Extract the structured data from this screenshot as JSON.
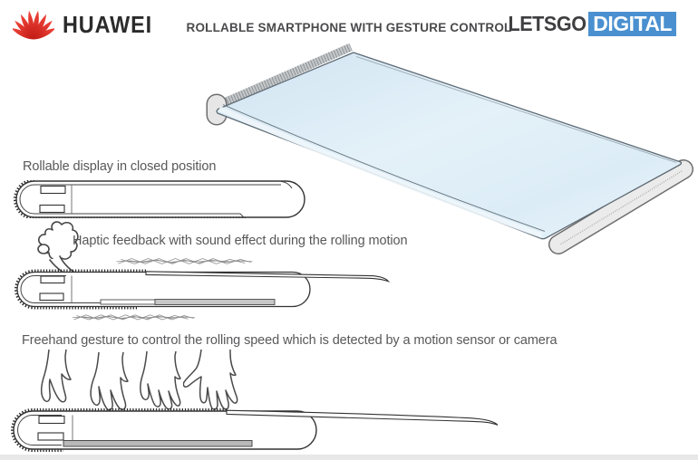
{
  "header": {
    "huawei_wordmark": "HUAWEI",
    "title": "ROLLABLE SMARTPHONE WITH GESTURE CONTROL",
    "letsgo_text": "LETSGO",
    "digital_text": "DIGITAL"
  },
  "annotations": {
    "closed_label": "Rollable display in closed position",
    "haptic_label": "Haptic feedback with sound effect during the rolling motion",
    "gesture_label": "Freehand gesture to control the rolling speed which is detected by a motion sensor or camera"
  },
  "icons": {
    "huawei_flower": "huawei-flower-icon",
    "haptic_hand": "haptic-hand-icon",
    "sound_waves": "sound-waves-icon",
    "gesture_hands": [
      "gesture-hand-2-fingers-icon",
      "gesture-hand-3-fingers-icon",
      "gesture-hand-4-fingers-icon",
      "gesture-hand-5-fingers-icon"
    ]
  },
  "colors": {
    "huawei_red": "#e2231a",
    "digital_box_blue": "#4a90d0",
    "screen_blue": "#d9e9f4",
    "title_text": "#4a4a4c",
    "annotation_text": "#58585a",
    "drawing_line": "#333333"
  }
}
